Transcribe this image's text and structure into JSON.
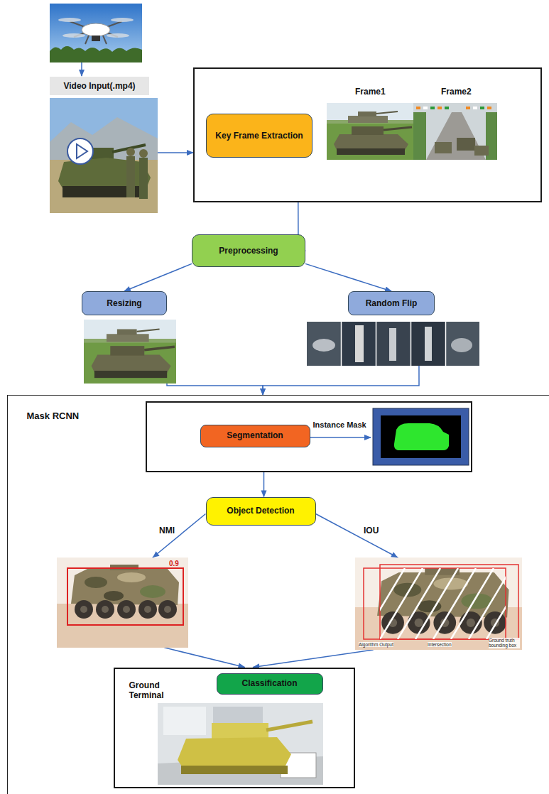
{
  "diagram": {
    "nodes": [
      {
        "text": [
          "Video Input(.mp4)"
        ]
      },
      {
        "text": [
          "Frame1",
          "Frame2"
        ]
      },
      {
        "text": [
          "Key Frame Extraction"
        ],
        "in": 1
      },
      {
        "text": [
          "Preprocessing"
        ]
      },
      {
        "text": [
          "Resizing"
        ]
      },
      {
        "text": [
          "Random Flip"
        ]
      },
      {
        "text": [
          "Mask RCNN"
        ]
      },
      {
        "text": [
          "Instance Mask"
        ],
        "in": 6
      },
      {
        "text": [
          "Segmentation"
        ],
        "in": 7
      },
      {
        "text": [
          "Object Detection"
        ],
        "in": 6
      },
      {
        "text": [
          "Ground Terminal"
        ],
        "in": 6
      },
      {
        "text": [
          "Classification"
        ],
        "in": 10
      }
    ],
    "edges": [
      {
        "from": 0,
        "to": 1,
        "arrow": "to"
      },
      {
        "from": 1,
        "to": 3,
        "arrow": "to"
      },
      {
        "from": 3,
        "to": 4,
        "arrow": "to"
      },
      {
        "from": 3,
        "to": 5,
        "arrow": "to"
      },
      {
        "from": 4,
        "to": 6,
        "arrow": "to"
      },
      {
        "from": 5,
        "to": 6,
        "arrow": "to"
      },
      {
        "from": 7,
        "to": 9,
        "arrow": "to"
      },
      {
        "from": 9,
        "to": 10,
        "label": "NMI",
        "arrow": "to"
      },
      {
        "from": 9,
        "to": 10,
        "label": "IOU",
        "arrow": "to"
      }
    ],
    "labels": [
      "0.9",
      "Algorithm Output",
      "Intersection",
      "Ground truth bounding box"
    ]
  }
}
